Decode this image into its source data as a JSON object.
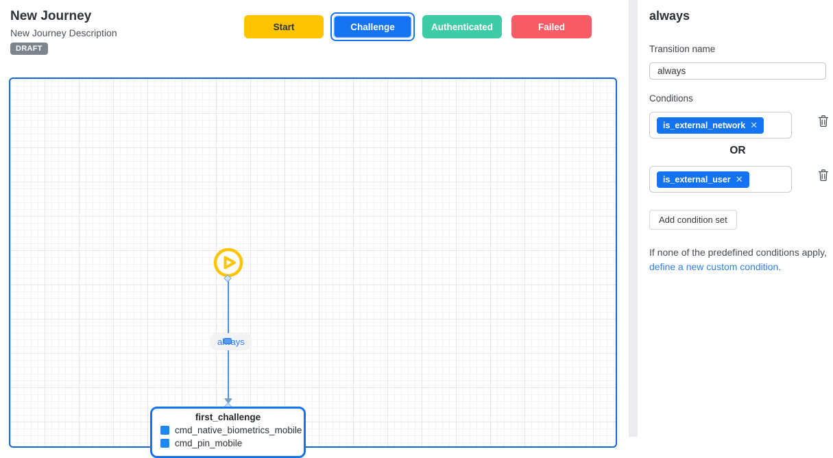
{
  "header": {
    "title": "New Journey",
    "description": "New Journey Description",
    "status_badge": "DRAFT"
  },
  "toolbar": {
    "buttons": [
      {
        "label": "Start",
        "color": "#ffc400",
        "selected": false
      },
      {
        "label": "Challenge",
        "color": "#1473f0",
        "selected": true
      },
      {
        "label": "Authenticated",
        "color": "#3ecca6",
        "selected": false
      },
      {
        "label": "Failed",
        "color": "#f85c66",
        "selected": false
      }
    ]
  },
  "canvas": {
    "start_node": {
      "icon": "play-icon",
      "color": "#ffc400"
    },
    "edge": {
      "label": "always",
      "icon": "condition-badge-icon",
      "color": "#4a90e2"
    },
    "challenge_node": {
      "title": "first_challenge",
      "items": [
        "cmd_native_biometrics_mobile",
        "cmd_pin_mobile"
      ],
      "border_color": "#1473f0"
    }
  },
  "sidebar": {
    "title": "always",
    "transition_name_label": "Transition name",
    "transition_name_value": "always",
    "conditions_label": "Conditions",
    "condition_sets": [
      {
        "chips": [
          {
            "label": "is_external_network"
          }
        ]
      },
      {
        "chips": [
          {
            "label": "is_external_user"
          }
        ]
      }
    ],
    "or_label": "OR",
    "add_condition_set_label": "Add condition set",
    "hint_prefix": "If none of the predefined conditions apply, ",
    "hint_link": "define a new custom condition."
  },
  "icons": {
    "close": "✕"
  },
  "colors": {
    "primary_blue": "#1473f0",
    "canvas_border": "#1266d6",
    "draft_gray": "#7c848e",
    "link_blue": "#2f80ed"
  }
}
